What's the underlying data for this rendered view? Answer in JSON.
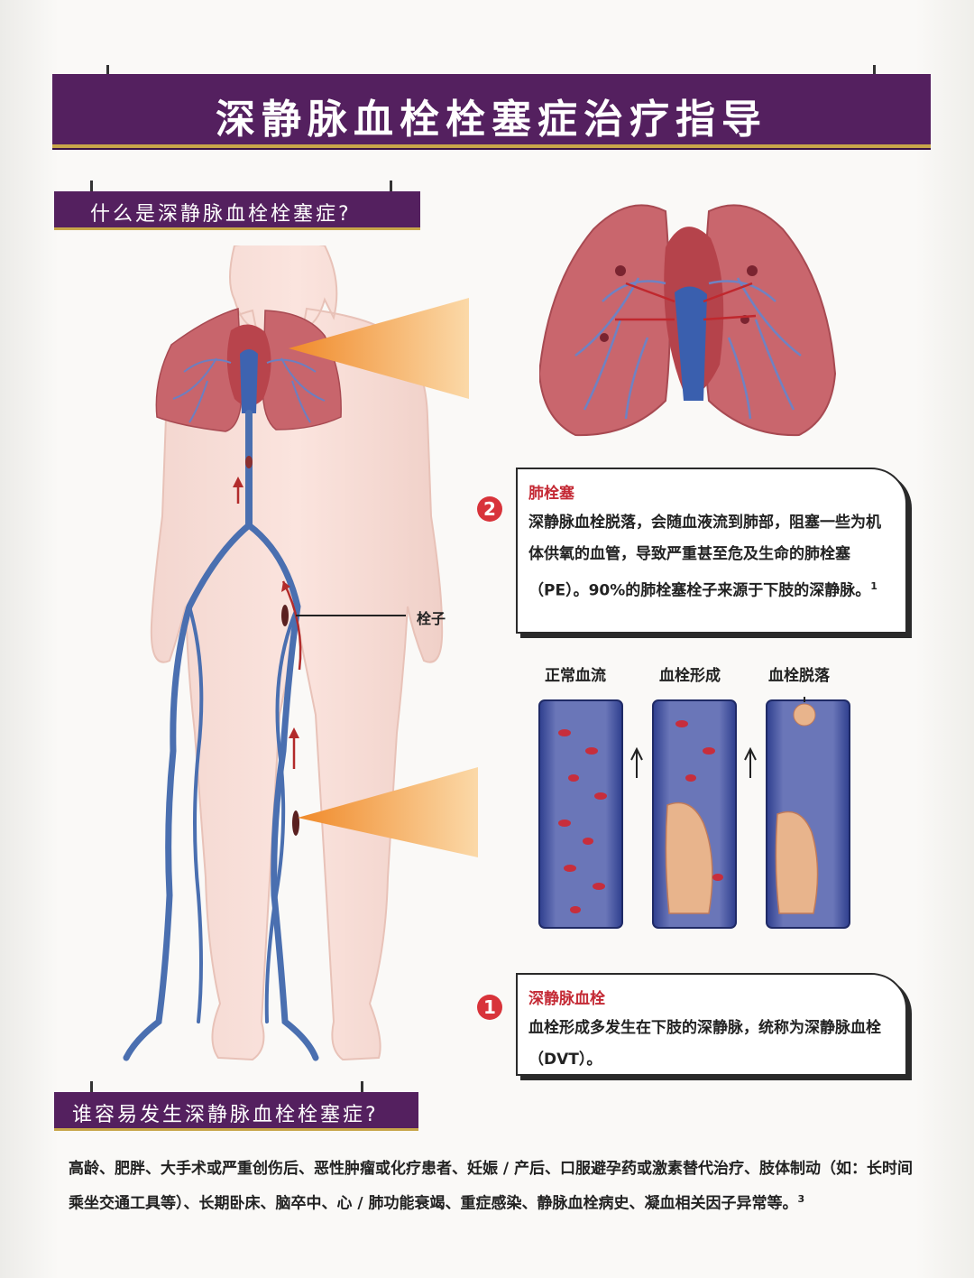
{
  "title": "深静脉血栓栓塞症治疗指导",
  "section1_title": "什么是深静脉血栓栓塞症?",
  "section2_title": "谁容易发生深静脉血栓栓塞症?",
  "embolus_label": "栓子",
  "callout_pe": {
    "number": "2",
    "heading": "肺栓塞",
    "text": "深静脉血栓脱落，会随血液流到肺部，阻塞一些为机体供氧的血管，导致严重甚至危及生命的肺栓塞（PE）。90%的肺栓塞栓子来源于下肢的深静脉。",
    "ref": "1"
  },
  "callout_dvt": {
    "number": "1",
    "heading": "深静脉血栓",
    "text": "血栓形成多发生在下肢的深静脉，统称为深静脉血栓（DVT）。"
  },
  "vessel_labels": [
    "正常血流",
    "血栓形成",
    "血栓脱落"
  ],
  "risk_text": "高龄、肥胖、大手术或严重创伤后、恶性肿瘤或化疗患者、妊娠 / 产后、口服避孕药或激素替代治疗、肢体制动（如：长时间乘坐交通工具等）、长期卧床、脑卒中、心 / 肺功能衰竭、重症感染、静脉血栓病史、凝血相关因子异常等。",
  "risk_ref": "3",
  "colors": {
    "banner": "#54205f",
    "accent_gold": "#c8a64a",
    "heading_red": "#c42a35",
    "vein_blue": "#4a6fb0"
  }
}
